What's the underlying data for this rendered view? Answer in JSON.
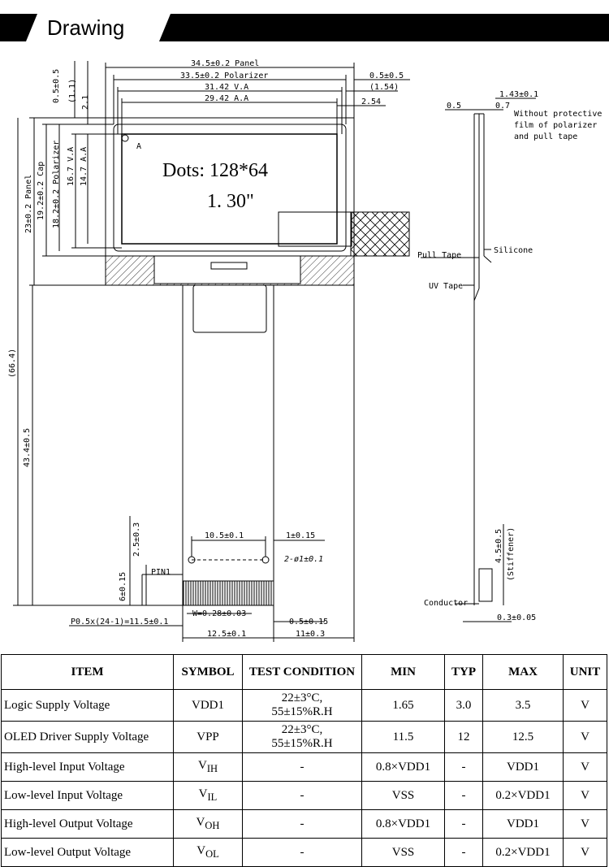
{
  "header": {
    "title": "Drawing"
  },
  "drawing": {
    "display_text_1": "Dots: 128*64",
    "display_text_2": "1. 30\"",
    "dims_top": [
      "34.5±0.2 Panel",
      "33.5±0.2 Polarizer",
      "31.42 V.A",
      "29.42 A.A"
    ],
    "dims_right": [
      "0.5±0.5",
      "(1.54)",
      "2.54"
    ],
    "dims_left_top": [
      "0.5±0.5",
      "(1.1)",
      "2.1"
    ],
    "dims_left_vert": [
      "23±0.2 Panel",
      "19.2±0.2 Cap",
      "18.2±0.2 Polarizer",
      "16.7 V.A",
      "14.7 A.A"
    ],
    "marker_a": "A",
    "dims_left_long": [
      "(66.4)",
      "43.4±0.5"
    ],
    "fpc_dims": [
      "10.5±0.1",
      "1±0.15",
      "2-ø1±0.1",
      "2.5±0.3",
      "6±0.15",
      "PIN1",
      "W=0.28±0.03",
      "P0.5x(24-1)=11.5±0.1",
      "0.5±0.15",
      "12.5±0.1",
      "11±0.3"
    ],
    "side_dims": [
      "1.43±0.1",
      "0.5",
      "0.7"
    ],
    "side_note": [
      "Without protective",
      "film of polarizer",
      "and pull tape"
    ],
    "side_labels": [
      "Pull Tape",
      "Silicone",
      "UV Tape",
      "4.5±0.5",
      "(Stiffener)",
      "Conductor",
      "0.3±0.05"
    ]
  },
  "table": {
    "headers": [
      "ITEM",
      "SYMBOL",
      "TEST CONDITION",
      "MIN",
      "TYP",
      "MAX",
      "UNIT"
    ],
    "rows": [
      {
        "item": "Logic Supply Voltage",
        "symbol": "VDD1",
        "sub": "",
        "cond1": "22±3°C,",
        "cond2": "55±15%R.H",
        "min": "1.65",
        "typ": "3.0",
        "max": "3.5",
        "unit": "V"
      },
      {
        "item": "OLED Driver Supply Voltage",
        "symbol": "VPP",
        "sub": "",
        "cond1": "22±3°C,",
        "cond2": "55±15%R.H",
        "min": "11.5",
        "typ": "12",
        "max": "12.5",
        "unit": "V"
      },
      {
        "item": "High-level Input Voltage",
        "symbol": "V",
        "sub": "IH",
        "cond1": "-",
        "cond2": "",
        "min": "0.8×VDD1",
        "typ": "-",
        "max": "VDD1",
        "unit": "V"
      },
      {
        "item": "Low-level Input Voltage",
        "symbol": "V",
        "sub": "IL",
        "cond1": "-",
        "cond2": "",
        "min": "VSS",
        "typ": "-",
        "max": "0.2×VDD1",
        "unit": "V"
      },
      {
        "item": "High-level Output Voltage",
        "symbol": "V",
        "sub": "OH",
        "cond1": "-",
        "cond2": "",
        "min": "0.8×VDD1",
        "typ": "-",
        "max": "VDD1",
        "unit": "V"
      },
      {
        "item": "Low-level Output Voltage",
        "symbol": "V",
        "sub": "OL",
        "cond1": "-",
        "cond2": "",
        "min": "VSS",
        "typ": "-",
        "max": "0.2×VDD1",
        "unit": "V"
      }
    ]
  }
}
